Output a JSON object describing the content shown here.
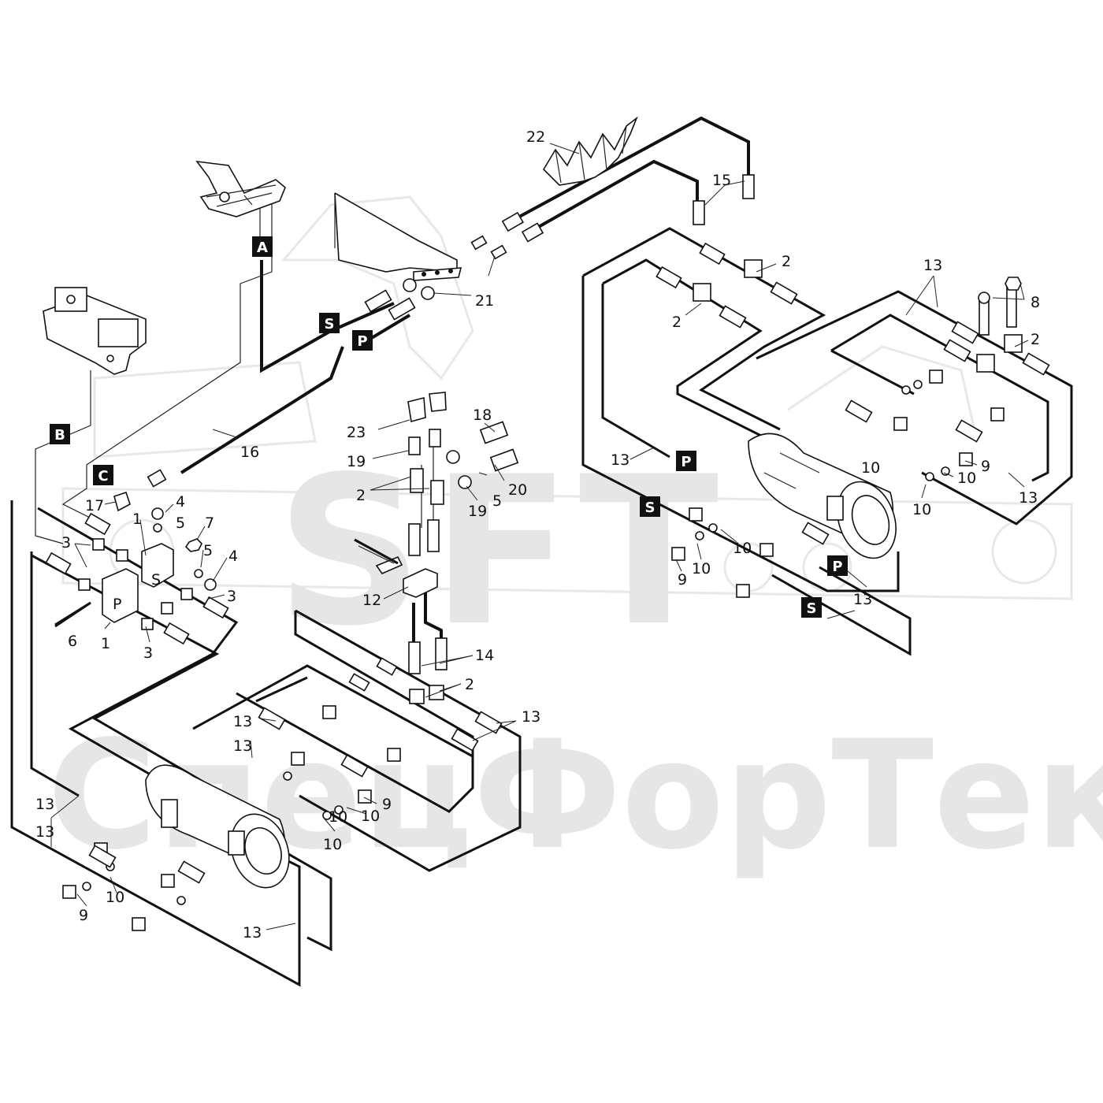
{
  "watermark": {
    "logo": "SFT",
    "brand": "СпецФорТек",
    "color": "#e6e6e6"
  },
  "tags": [
    {
      "id": "A",
      "label": "A"
    },
    {
      "id": "B",
      "label": "B"
    },
    {
      "id": "C",
      "label": "C"
    },
    {
      "id": "S1",
      "label": "S"
    },
    {
      "id": "P1",
      "label": "P"
    },
    {
      "id": "P2",
      "label": "P"
    },
    {
      "id": "S2",
      "label": "S"
    },
    {
      "id": "P3",
      "label": "P"
    },
    {
      "id": "S3",
      "label": "S"
    }
  ],
  "block_labels": {
    "S": "S",
    "P": "P"
  },
  "callouts": [
    {
      "id": "c22",
      "label": "22"
    },
    {
      "id": "c15",
      "label": "15"
    },
    {
      "id": "c2a",
      "label": "2"
    },
    {
      "id": "c13a",
      "label": "13"
    },
    {
      "id": "c8",
      "label": "8"
    },
    {
      "id": "c2b",
      "label": "2"
    },
    {
      "id": "c2c",
      "label": "2"
    },
    {
      "id": "c21",
      "label": "21"
    },
    {
      "id": "c18",
      "label": "18"
    },
    {
      "id": "c23",
      "label": "23"
    },
    {
      "id": "c19a",
      "label": "19"
    },
    {
      "id": "c16",
      "label": "16"
    },
    {
      "id": "c20",
      "label": "20"
    },
    {
      "id": "c2d",
      "label": "2"
    },
    {
      "id": "c5a",
      "label": "5"
    },
    {
      "id": "c19b",
      "label": "19"
    },
    {
      "id": "c17",
      "label": "17"
    },
    {
      "id": "c4a",
      "label": "4"
    },
    {
      "id": "c1a",
      "label": "1"
    },
    {
      "id": "c5b",
      "label": "5"
    },
    {
      "id": "c7",
      "label": "7"
    },
    {
      "id": "c3a",
      "label": "3"
    },
    {
      "id": "c5c",
      "label": "5"
    },
    {
      "id": "c4b",
      "label": "4"
    },
    {
      "id": "c3b",
      "label": "3"
    },
    {
      "id": "c6",
      "label": "6"
    },
    {
      "id": "c1b",
      "label": "1"
    },
    {
      "id": "c3c",
      "label": "3"
    },
    {
      "id": "c12",
      "label": "12"
    },
    {
      "id": "c13b",
      "label": "13"
    },
    {
      "id": "c13c",
      "label": "13"
    },
    {
      "id": "c9a",
      "label": "9"
    },
    {
      "id": "c10a",
      "label": "10"
    },
    {
      "id": "c13d",
      "label": "13"
    },
    {
      "id": "c10b",
      "label": "10"
    },
    {
      "id": "c10c",
      "label": "10"
    },
    {
      "id": "c9b",
      "label": "9"
    },
    {
      "id": "c10d",
      "label": "10"
    },
    {
      "id": "c13e",
      "label": "13"
    },
    {
      "id": "c13f",
      "label": "13"
    },
    {
      "id": "c14",
      "label": "14"
    },
    {
      "id": "c2e",
      "label": "2"
    },
    {
      "id": "c13g",
      "label": "13"
    },
    {
      "id": "c13h",
      "label": "13"
    },
    {
      "id": "c13i",
      "label": "13"
    },
    {
      "id": "c9c",
      "label": "9"
    },
    {
      "id": "c10e",
      "label": "10"
    },
    {
      "id": "c10f",
      "label": "10"
    },
    {
      "id": "c10g",
      "label": "10"
    },
    {
      "id": "c10h",
      "label": "10"
    },
    {
      "id": "c9d",
      "label": "9"
    },
    {
      "id": "c10i",
      "label": "10"
    },
    {
      "id": "c13j",
      "label": "13"
    }
  ]
}
